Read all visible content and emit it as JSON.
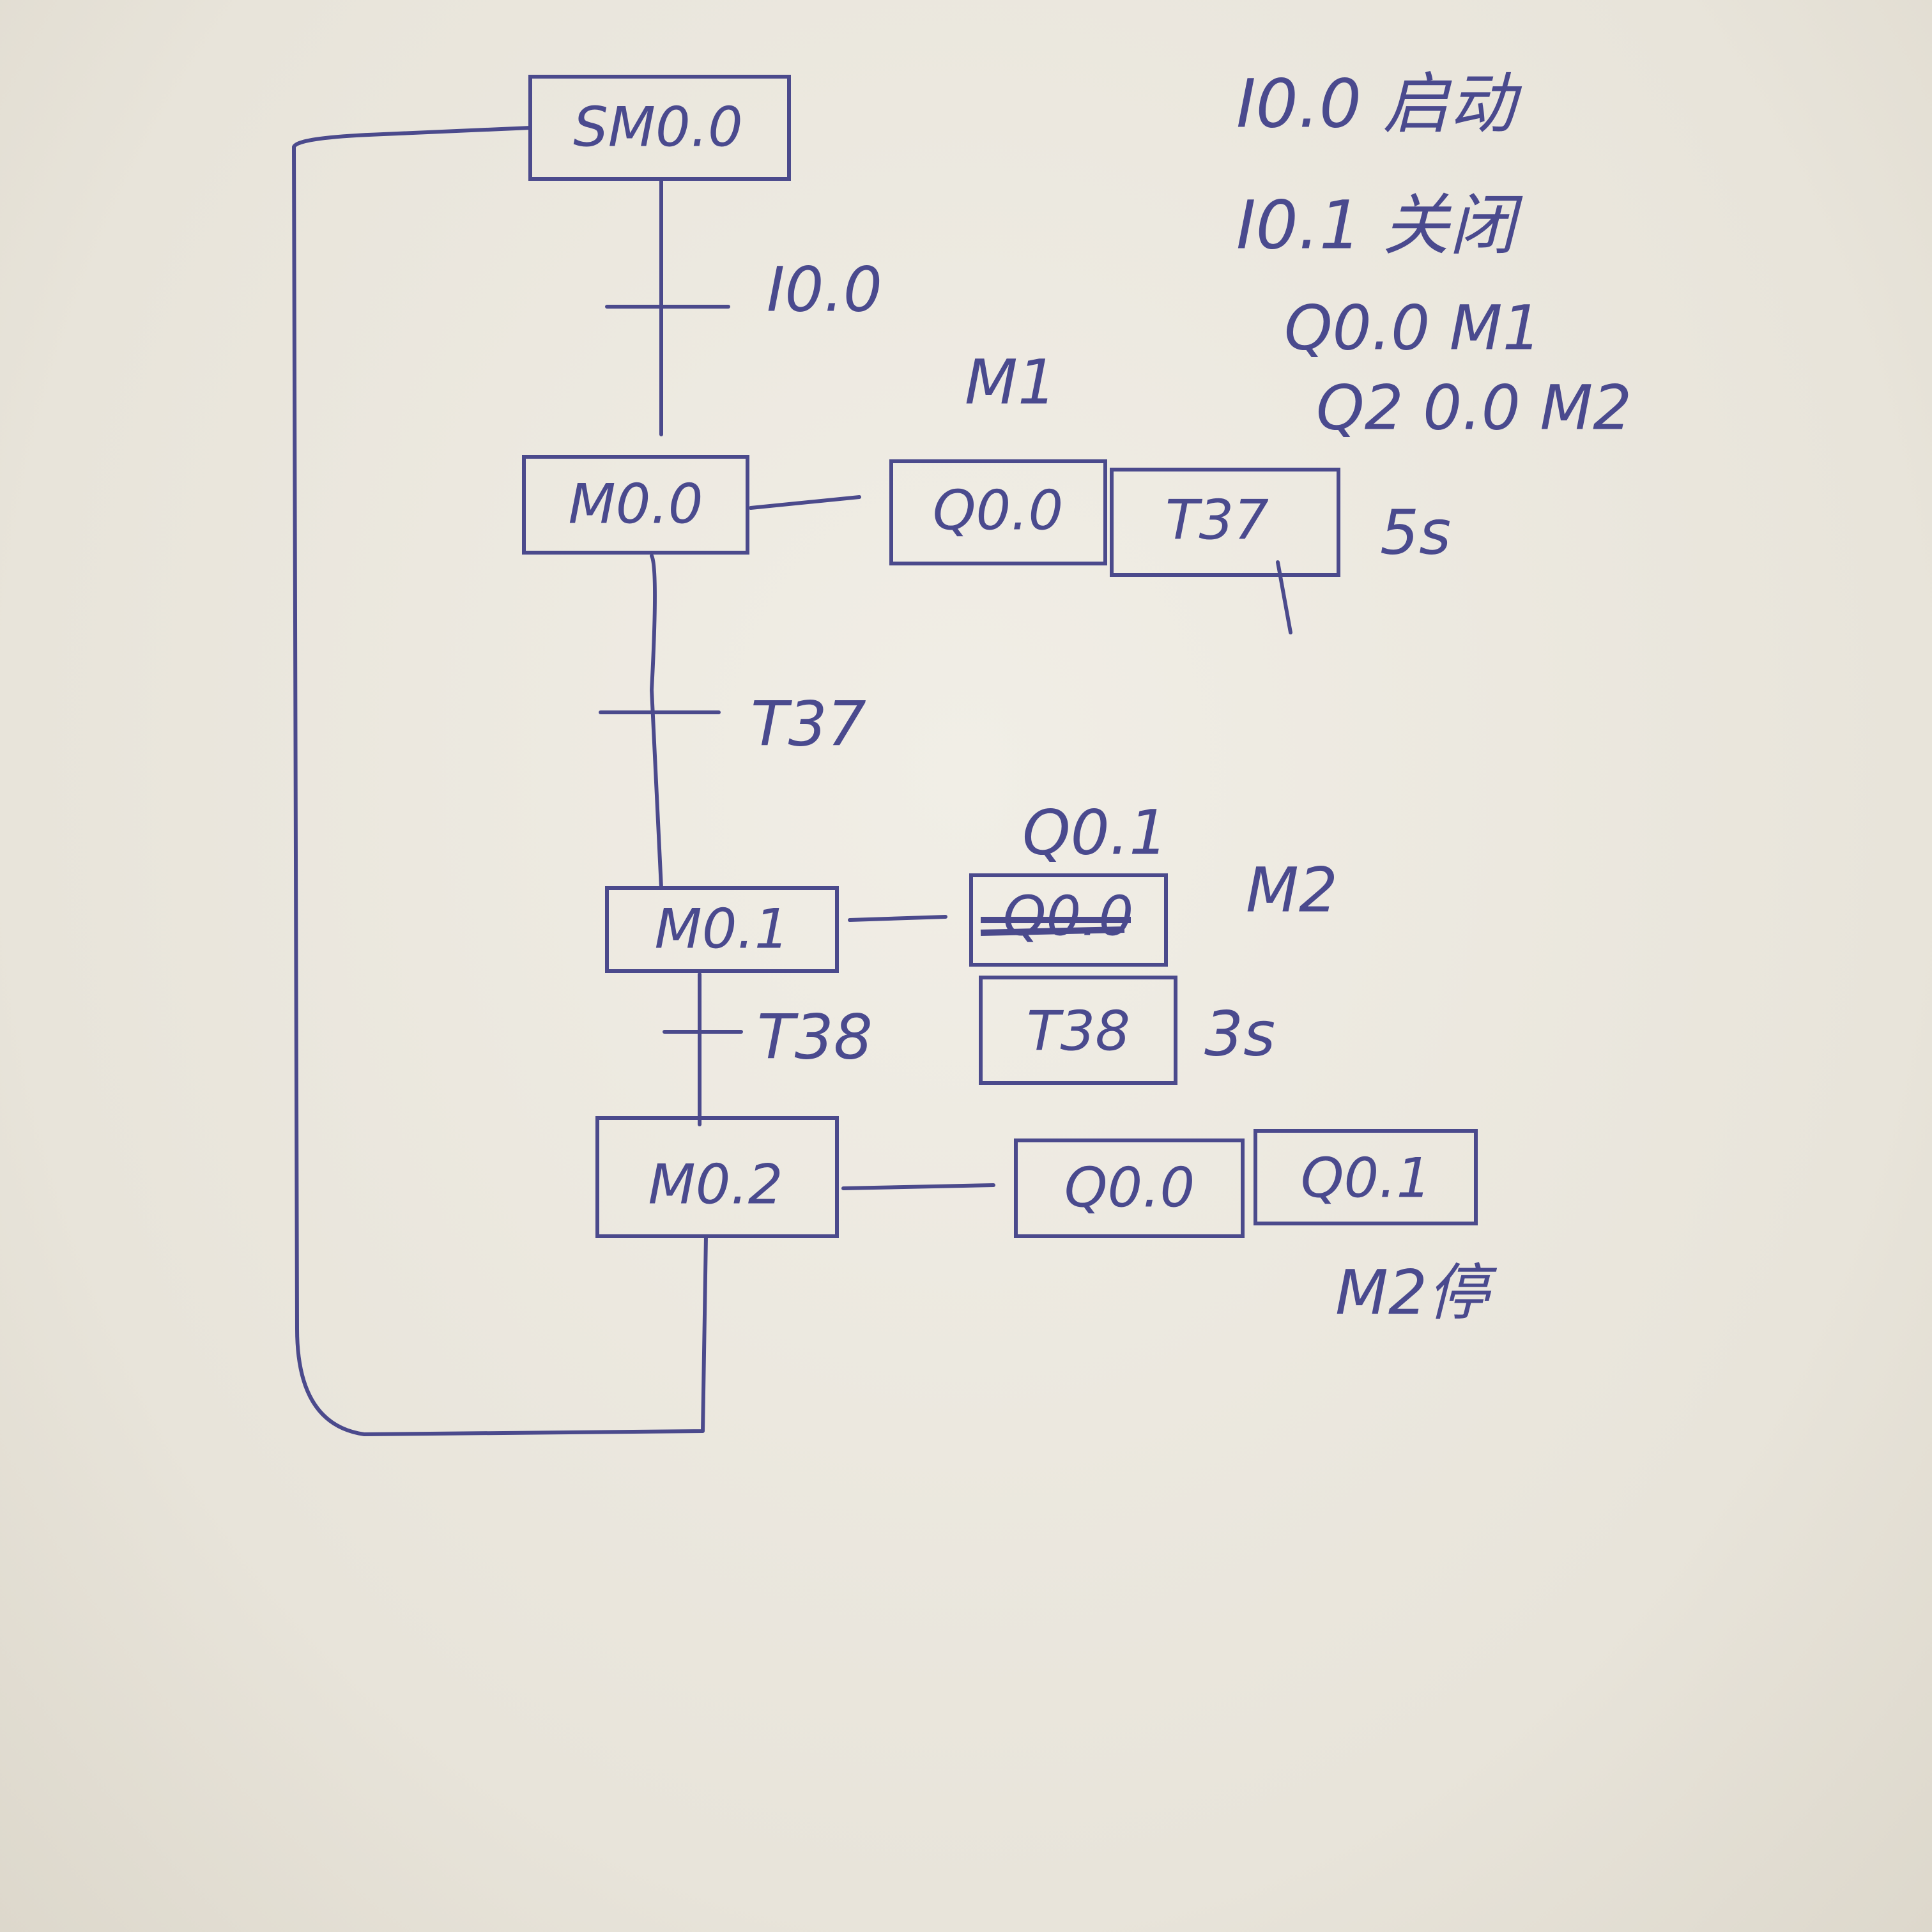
{
  "notes": [
    {
      "id": "note-start",
      "text": "I0.0 启动"
    },
    {
      "id": "note-stop",
      "text": "I0.1 关闭"
    },
    {
      "id": "note-q00",
      "text": "Q0.0 M1"
    },
    {
      "id": "note-q20",
      "text": "Q2 0.0 M2"
    }
  ],
  "steps": {
    "initial": "SM0.0",
    "step1": "M0.0",
    "step2": "M0.1",
    "step3": "M0.2"
  },
  "transitions": {
    "t1": "I0.0",
    "t2": "T37",
    "t3": "T38"
  },
  "actions": {
    "step1_output": "Q0.0",
    "step1_timer": "T37",
    "step1_timer_time": "5s",
    "step1_motor": "M1",
    "step2_output_old": "Q0.0",
    "step2_output": "Q0.1",
    "step2_motor": "M2",
    "step2_timer": "T38",
    "step2_timer_time": "3s",
    "step3_output_a": "Q0.0",
    "step3_output_b": "Q0.1",
    "step3_note": "M2停"
  },
  "colors": {
    "ink": "#4b4a8c",
    "paper": "#ece9e0"
  }
}
